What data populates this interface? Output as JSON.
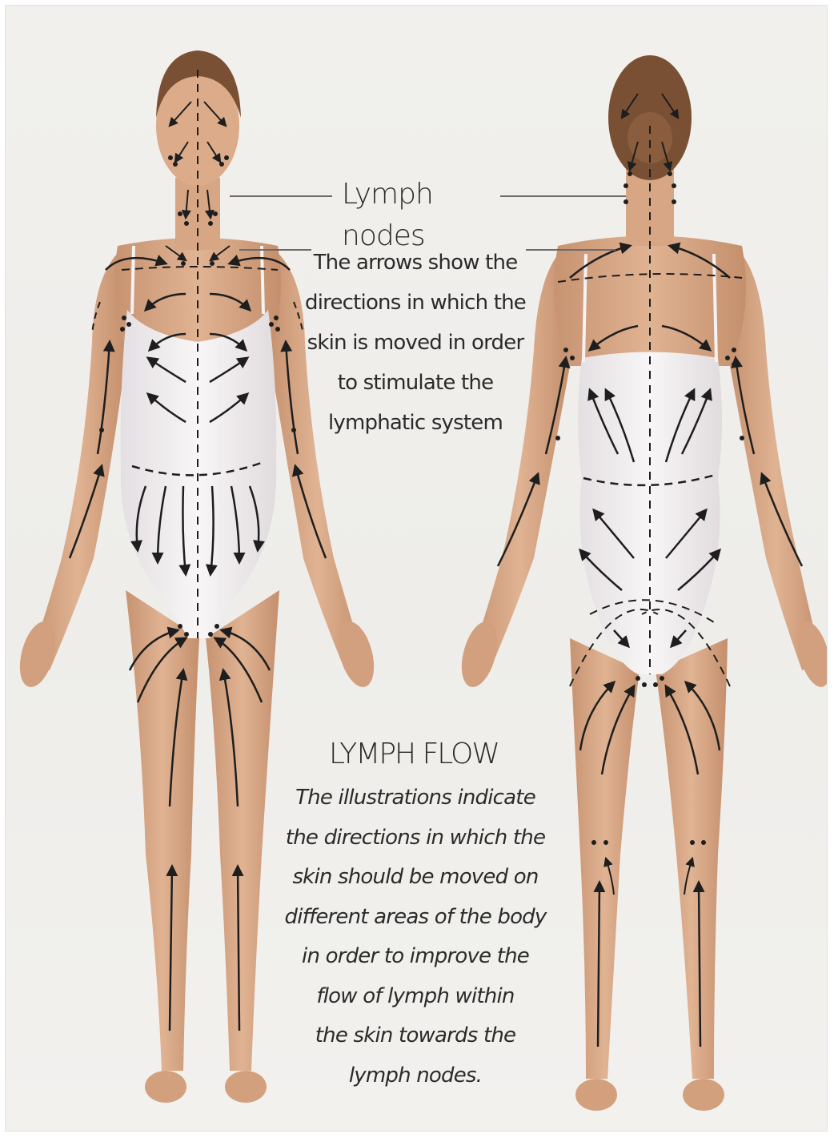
{
  "labels": {
    "lymph_nodes": "Lymph nodes",
    "arrows_caption": [
      "The arrows show the",
      "directions in which the",
      "skin is moved in order",
      "to stimulate the",
      "lymphatic system"
    ],
    "flow_title": "LYMPH FLOW",
    "flow_caption": [
      "The illustrations indicate",
      "the directions in which the",
      "skin should be moved on",
      "different areas of the body",
      "in order to improve the",
      "flow of lymph within",
      "the skin towards the",
      "lymph nodes."
    ]
  },
  "colors": {
    "background": "#efeeeb",
    "skin": "#d9a987",
    "skin_shadow": "#b9825f",
    "leotard": "#f4f2f3",
    "leotard_shadow": "#ddd8db",
    "hair": "#7a5034",
    "arrow": "#1e1e1e",
    "text": "#2a2a2a"
  },
  "figures": [
    "front-view",
    "back-view"
  ]
}
